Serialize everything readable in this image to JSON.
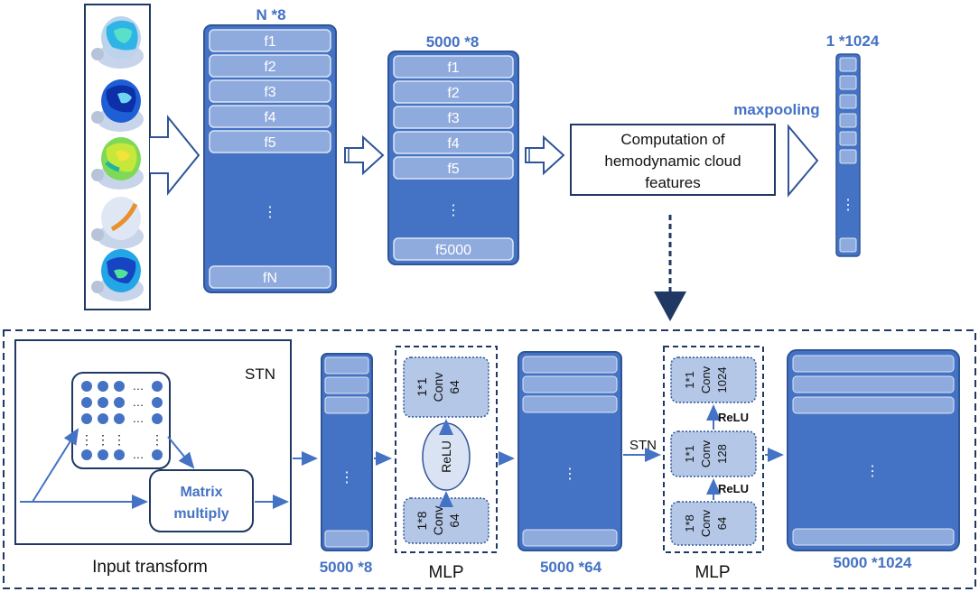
{
  "top": {
    "stack1_title": "N *8",
    "stack1_features": [
      "f1",
      "f2",
      "f3",
      "f4",
      "f5"
    ],
    "stack1_last": "fN",
    "stack2_title": "5000 *8",
    "stack2_features": [
      "f1",
      "f2",
      "f3",
      "f4",
      "f5"
    ],
    "stack2_last": "f5000",
    "computation_line1": "Computation of",
    "computation_line2": "hemodynamic cloud",
    "computation_line3": "features",
    "maxpooling": "maxpooling",
    "output_title": "1 *1024",
    "ellipsis": "⋮"
  },
  "bottom": {
    "stn_title": "STN",
    "matrix_dots_h": "…",
    "matrix_dots_v": "⋮",
    "matrix_multiply_line1": "Matrix",
    "matrix_multiply_line2": "multiply",
    "input_transform": "Input transform",
    "mlp1_label": "MLP",
    "mlp1_top_conv": [
      "1*1",
      "Conv",
      "64"
    ],
    "mlp1_relu": "ReLU",
    "mlp1_bottom_conv": [
      "1*8",
      "Conv",
      "64"
    ],
    "col1_label": "5000 *8",
    "col2_label": "5000 *64",
    "stn_arrow_label": "STN",
    "mlp2_label": "MLP",
    "mlp2_top_conv": [
      "1*1",
      "Conv",
      "1024"
    ],
    "mlp2_relu_top": "ReLU",
    "mlp2_mid_conv": [
      "1*1",
      "Conv",
      "128"
    ],
    "mlp2_relu_bottom": "ReLU",
    "mlp2_bottom_conv": [
      "1*8",
      "Conv",
      "64"
    ],
    "col3_label": "5000 *1024",
    "ellipsis": "⋮"
  },
  "colors": {
    "blue": "#4472c4",
    "light_blue": "#8faadc",
    "dark_navy": "#203864",
    "border_blue": "#2f5597"
  }
}
